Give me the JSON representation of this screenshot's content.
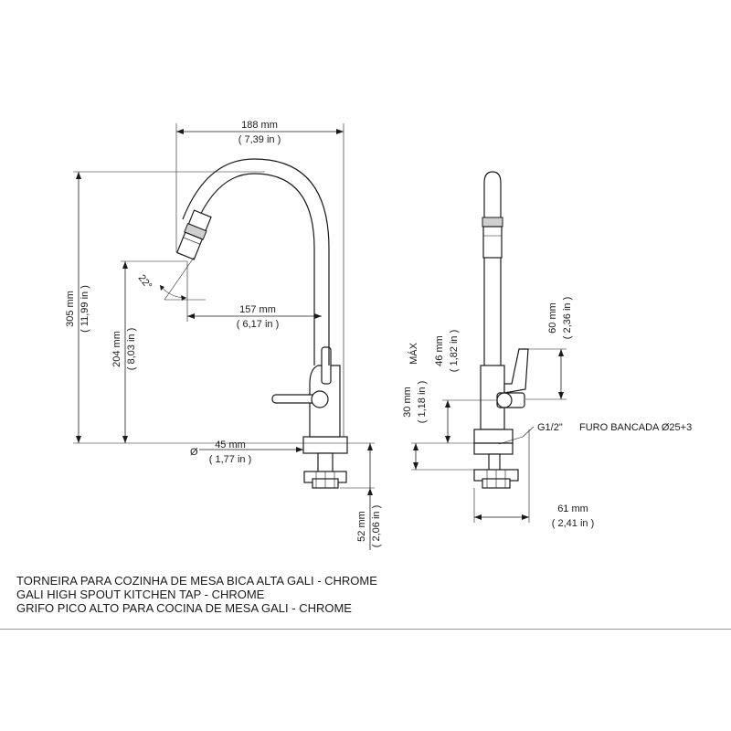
{
  "dimensions": {
    "width_total": {
      "value": "188 mm",
      "inch": "( 7,39 in )"
    },
    "reach": {
      "value": "157 mm",
      "inch": "( 6,17 in )"
    },
    "angle": {
      "value": "22°"
    },
    "height_total": {
      "value": "305 mm",
      "inch": "( 11,99 in )"
    },
    "spout_height": {
      "value": "204 mm",
      "inch": "( 8,03 in )"
    },
    "base_diameter": {
      "symbol": "Ø",
      "value": "45 mm",
      "inch": "( 1,77 in )"
    },
    "shank_length": {
      "value": "52 mm",
      "inch": "( 2,06 in )"
    },
    "side_60": {
      "value": "60 mm",
      "inch": "( 2,36 in )"
    },
    "side_46": {
      "value": "46 mm",
      "inch": "( 1,82 in )"
    },
    "side_30": {
      "value": "30 mm",
      "inch": "( 1,18 in )",
      "note": "MÁX"
    },
    "side_61": {
      "value": "61 mm",
      "inch": "( 2,41 in )"
    },
    "thread": {
      "label": "G1/2\"",
      "hole": "FURO BANCADA Ø25+3"
    }
  },
  "captions": {
    "pt": "TORNEIRA PARA COZINHA DE MESA BICA ALTA GALI - CHROME",
    "en": "GALI HIGH SPOUT KITCHEN TAP - CHROME",
    "es": "GRIFO PICO ALTO PARA COCINA DE MESA GALI - CHROME"
  }
}
